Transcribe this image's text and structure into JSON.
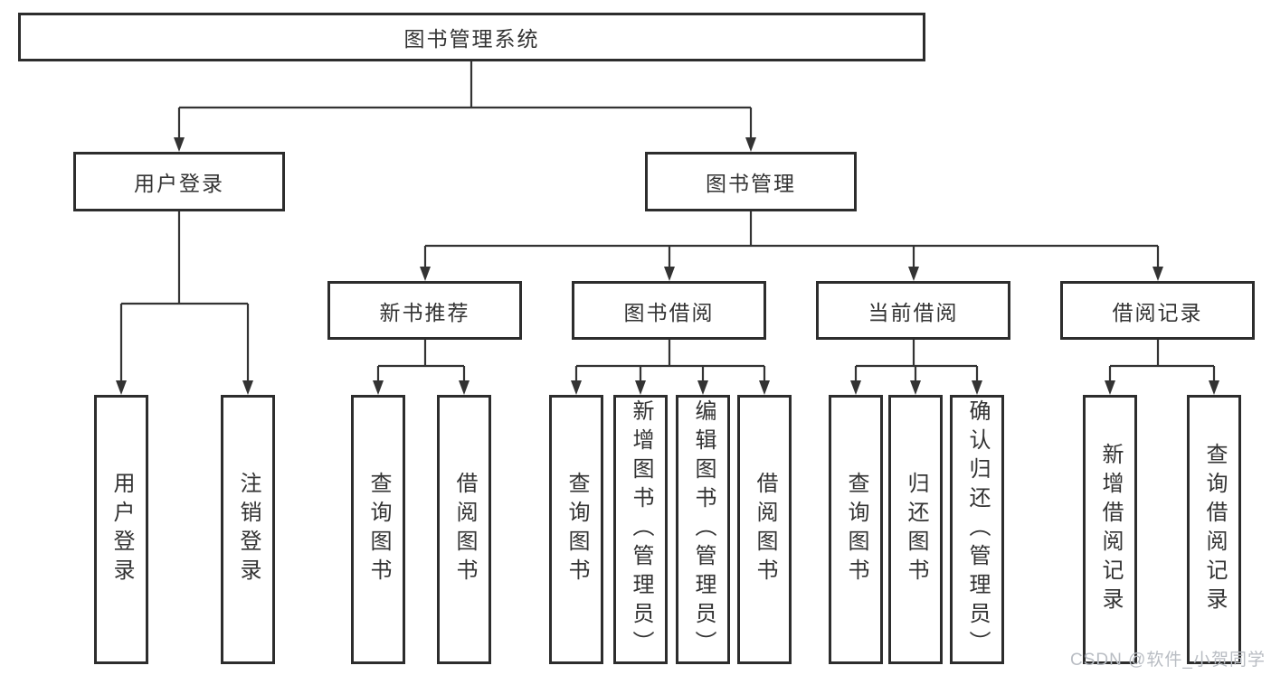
{
  "diagram": {
    "type": "hierarchy-tree",
    "nodes": {
      "root": "图书管理系统",
      "user_login": "用户登录",
      "book_mgmt": "图书管理",
      "new_book_rec": "新书推荐",
      "book_borrow": "图书借阅",
      "current_borrow": "当前借阅",
      "borrow_record": "借阅记录",
      "leaf_user_login": "用户登录",
      "leaf_logout": "注销登录",
      "leaf_query_book_1": "查询图书",
      "leaf_borrow_book_1": "借阅图书",
      "leaf_query_book_2": "查询图书",
      "leaf_add_book": "新增图书（管理员）",
      "leaf_edit_book": "编辑图书（管理员）",
      "leaf_borrow_book_2": "借阅图书",
      "leaf_query_book_3": "查询图书",
      "leaf_return_book": "归还图书",
      "leaf_confirm_return": "确认归还（管理员）",
      "leaf_add_record": "新增借阅记录",
      "leaf_query_record": "查询借阅记录"
    },
    "tree": {
      "图书管理系统": {
        "用户登录": [
          "用户登录",
          "注销登录"
        ],
        "图书管理": {
          "新书推荐": [
            "查询图书",
            "借阅图书"
          ],
          "图书借阅": [
            "查询图书",
            "新增图书（管理员）",
            "编辑图书（管理员）",
            "借阅图书"
          ],
          "当前借阅": [
            "查询图书",
            "归还图书",
            "确认归还（管理员）"
          ],
          "借阅记录": [
            "新增借阅记录",
            "查询借阅记录"
          ]
        }
      }
    },
    "watermark": "CSDN @软件_小贺同学",
    "colors": {
      "line": "#333333",
      "border": "#2d2d2d",
      "text": "#333333",
      "watermark": "#b9bdc3",
      "background": "#ffffff"
    }
  }
}
